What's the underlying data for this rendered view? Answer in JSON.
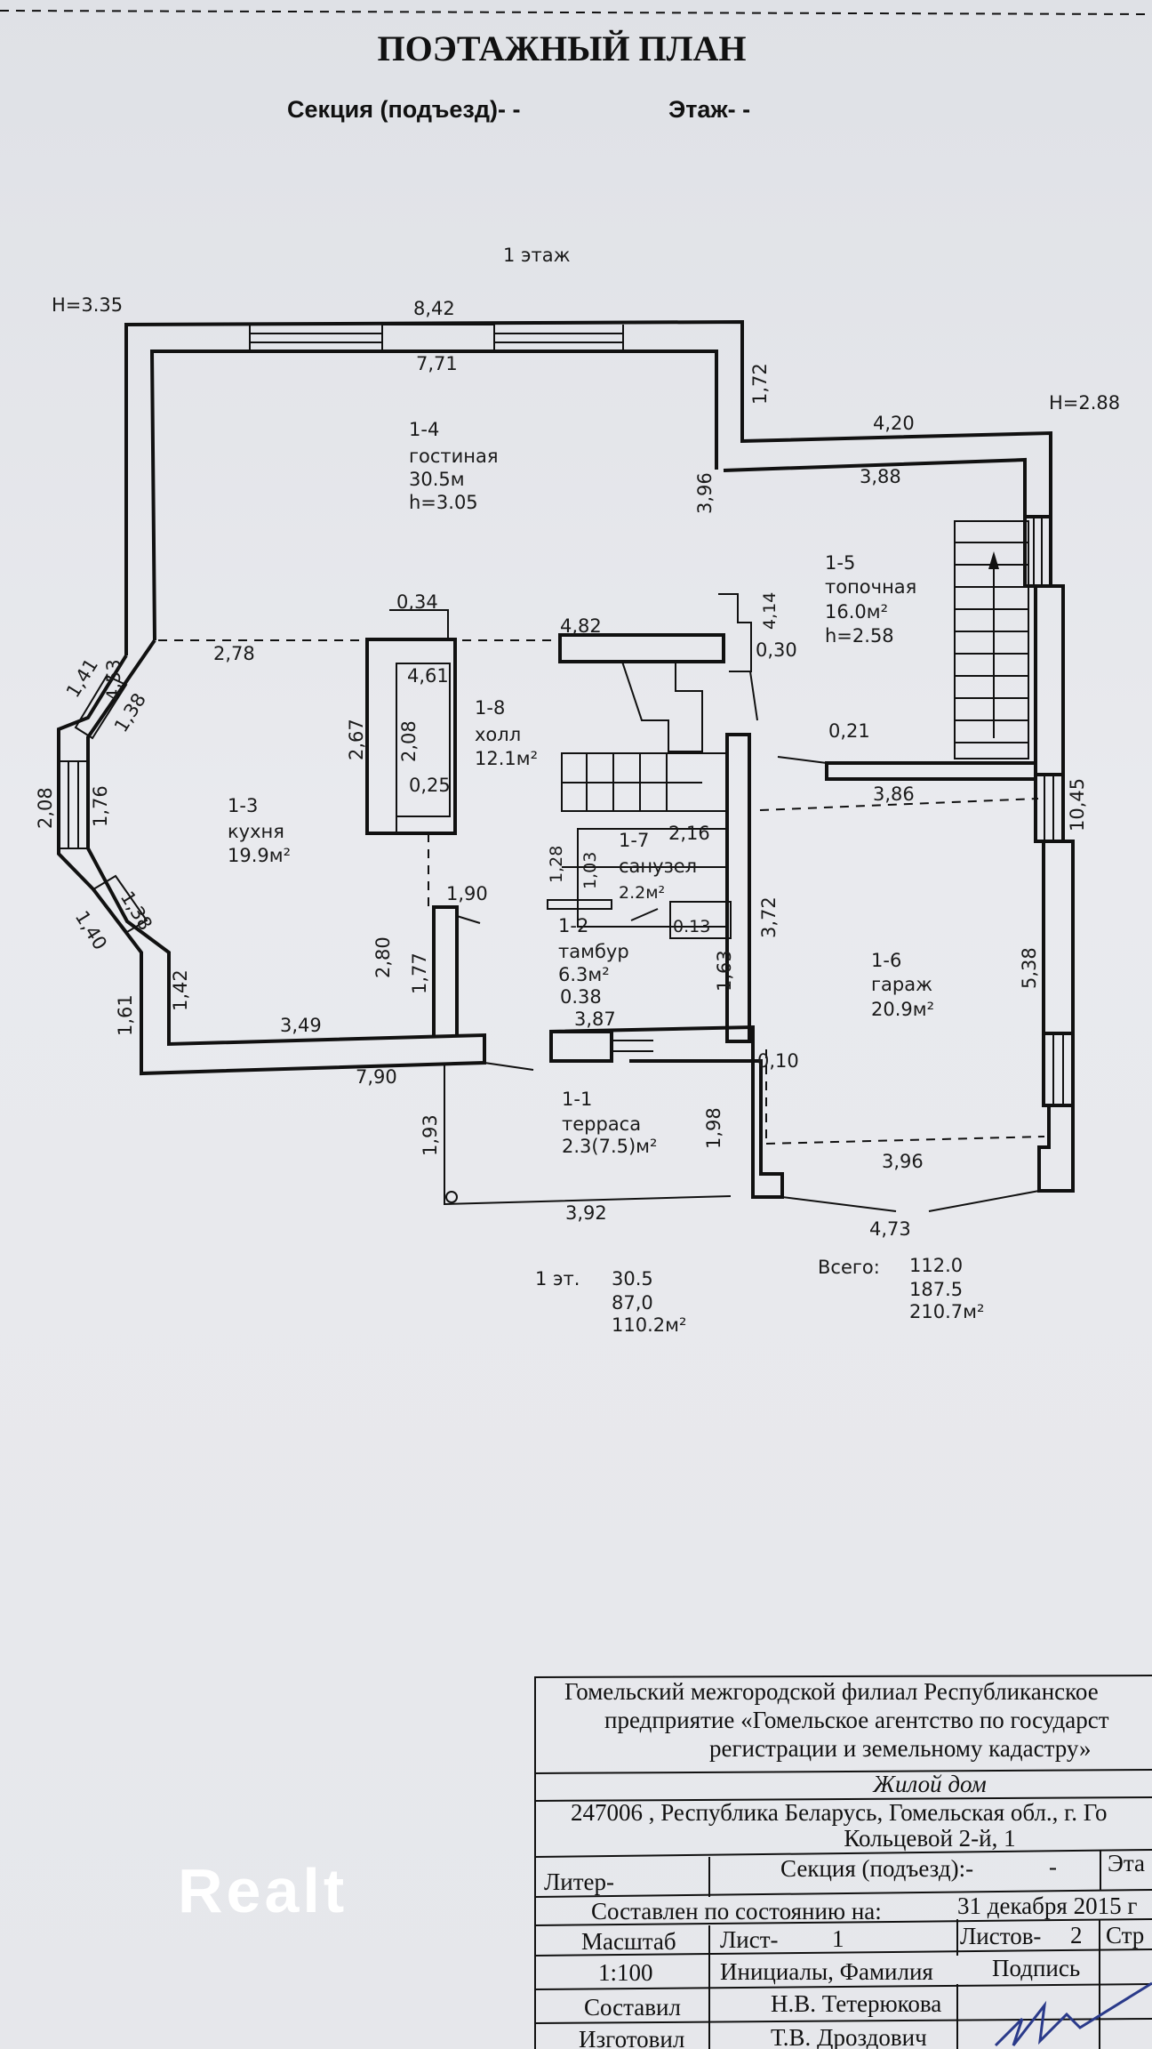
{
  "header": {
    "title": "ПОЭТАЖНЫЙ ПЛАН",
    "section_label": "Секция (подъезд)-  -",
    "floor_label": "Этаж-  -",
    "floor_name": "1 этаж"
  },
  "plan": {
    "heights": {
      "left": "H=3.35",
      "right": "H=2.88"
    },
    "rooms": [
      {
        "number": "1-4",
        "name": "гостиная",
        "area": "30.5м",
        "height": "h=3.05"
      },
      {
        "number": "1-5",
        "name": "топочная",
        "area": "16.0м²",
        "height": "h=2.58"
      },
      {
        "number": "1-8",
        "name": "холл",
        "area": "12.1м²"
      },
      {
        "number": "1-3",
        "name": "кухня",
        "area": "19.9м²"
      },
      {
        "number": "1-7",
        "name": "санузел",
        "area": "2.2м²"
      },
      {
        "number": "1-2",
        "name": "тамбур",
        "area": "6.3м²"
      },
      {
        "number": "1-6",
        "name": "гараж",
        "area": "20.9м²"
      },
      {
        "number": "1-1",
        "name": "терраса",
        "area": "2.3(7.5)м²"
      }
    ],
    "dims": [
      "8,42",
      "7,71",
      "1,72",
      "4,20",
      "3,88",
      "3,96",
      "4,53",
      "2,78",
      "0,34",
      "4,82",
      "4,61",
      "4,14",
      "0,30",
      "1,41",
      "1,38",
      "2,08",
      "1,76",
      "2,67",
      "2,08",
      "0,25",
      "0,21",
      "3,86",
      "10,45",
      "2,16",
      "1,28",
      "1,03",
      "1,40",
      "1,61",
      "1,42",
      "3,49",
      "7,90",
      "2,80",
      "1,77",
      "1,90",
      "0.13",
      "1,63",
      "3,72",
      "0.38",
      "3,87",
      "5,38",
      "0,10",
      "1,93",
      "1,98",
      "3,92",
      "3,96",
      "4,73",
      "1,38"
    ],
    "totals": {
      "floor_label": "1 эт.",
      "floor_values": [
        "30.5",
        "87,0",
        "110.2м²"
      ],
      "total_label": "Всего:",
      "total_values": [
        "112.0",
        "187.5",
        "210.7м²"
      ]
    }
  },
  "title_block": {
    "org_lines": [
      "Гомельский межгородской филиал Республиканское",
      "предприятие «Гомельское агентство по государст",
      "регистрации и земельному кадастру»"
    ],
    "object": "Жилой дом",
    "address_lines": [
      "247006 , Республика Беларусь, Гомельская обл., г. Го",
      "Кольцевой 2-й, 1"
    ],
    "liter": "Литер-",
    "section": "Секция (подъезд):-",
    "section_value": "-",
    "floor": "Эта",
    "compiled_as_of_label": "Составлен по состоянию на:",
    "compiled_date": "31 декабря 2015 г",
    "scale_label": "Масштаб",
    "sheet_label": "Лист-",
    "sheet_value": "1",
    "sheets_label": "Листов-",
    "sheets_value": "2",
    "page_label": "Стр",
    "scale_value": "1:100",
    "initials_label": "Инициалы, Фамилия",
    "signature_label": "Подпись",
    "compiled_by_label": "Составил",
    "compiled_by": "Н.В. Тетерюкова",
    "made_by_label": "Изготовил",
    "made_by": "Т.В. Дроздович"
  },
  "watermark": "Realt"
}
